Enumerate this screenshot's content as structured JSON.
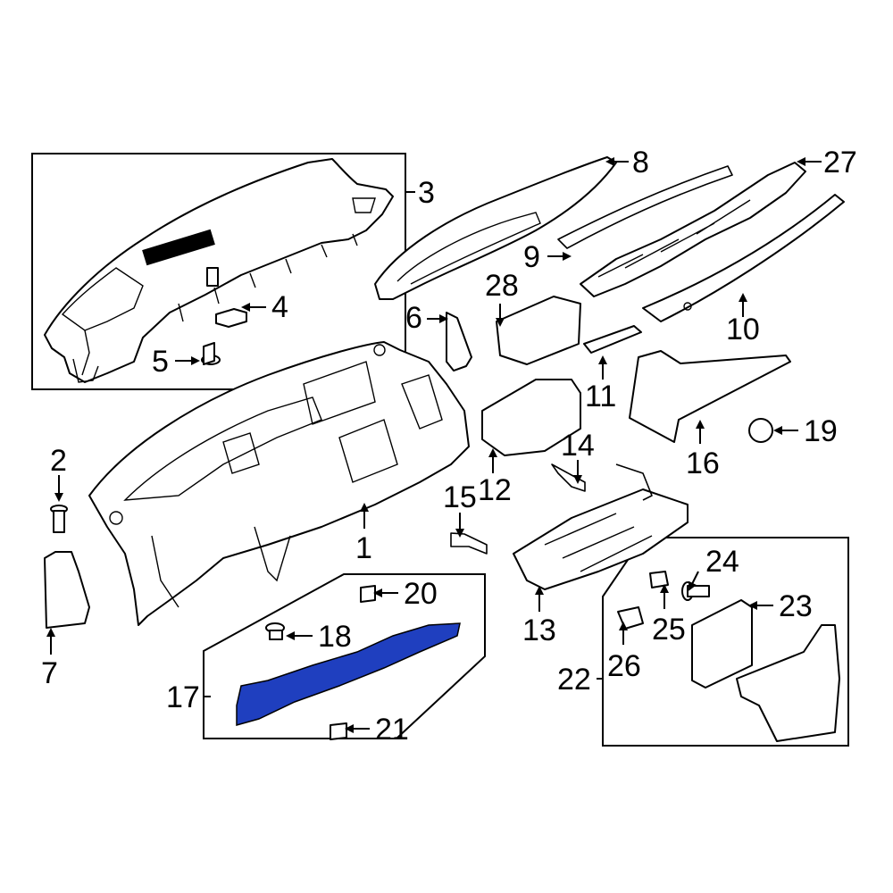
{
  "diagram": {
    "highlight_color": "#1f3fbf",
    "line_color": "#000000",
    "background": "#ffffff",
    "callouts": {
      "c1": "1",
      "c2": "2",
      "c3": "3",
      "c4": "4",
      "c5": "5",
      "c6": "6",
      "c7": "7",
      "c8": "8",
      "c9": "9",
      "c10": "10",
      "c11": "11",
      "c12": "12",
      "c13": "13",
      "c14": "14",
      "c15": "15",
      "c16": "16",
      "c17": "17",
      "c18": "18",
      "c19": "19",
      "c20": "20",
      "c21": "21",
      "c22": "22",
      "c23": "23",
      "c24": "24",
      "c25": "25",
      "c26": "26",
      "c27": "27",
      "c28": "28"
    }
  }
}
